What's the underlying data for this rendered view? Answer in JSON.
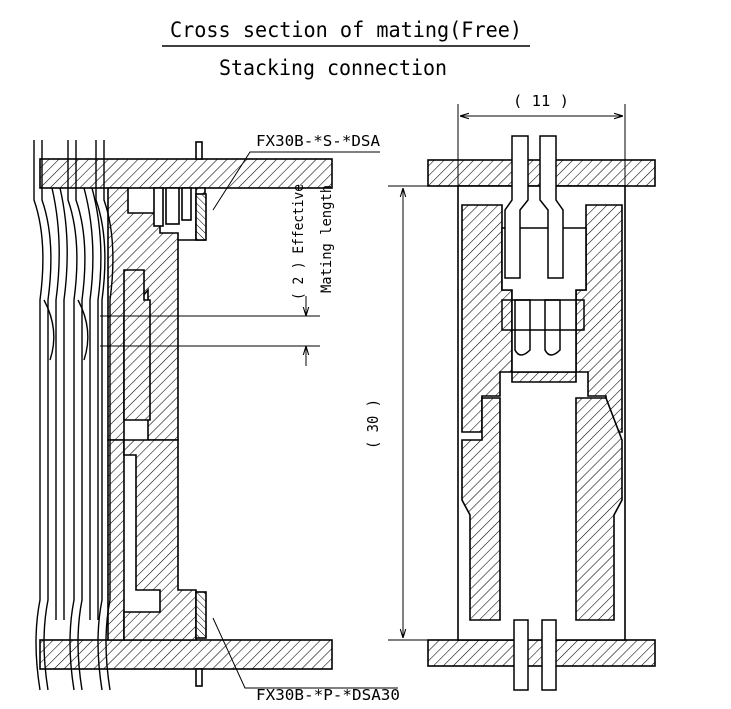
{
  "title": {
    "line1": "Cross section of mating(Free)",
    "line2": "Stacking connection"
  },
  "labels": {
    "receptacle_part": "FX30B-*S-*DSA",
    "plug_part": "FX30B-*P-*DSA30",
    "effective_mating_dim": "( 2 ) Effective",
    "mating_length": "Mating length",
    "height_dim": "( 30 )",
    "width_dim": "( 11 )"
  }
}
